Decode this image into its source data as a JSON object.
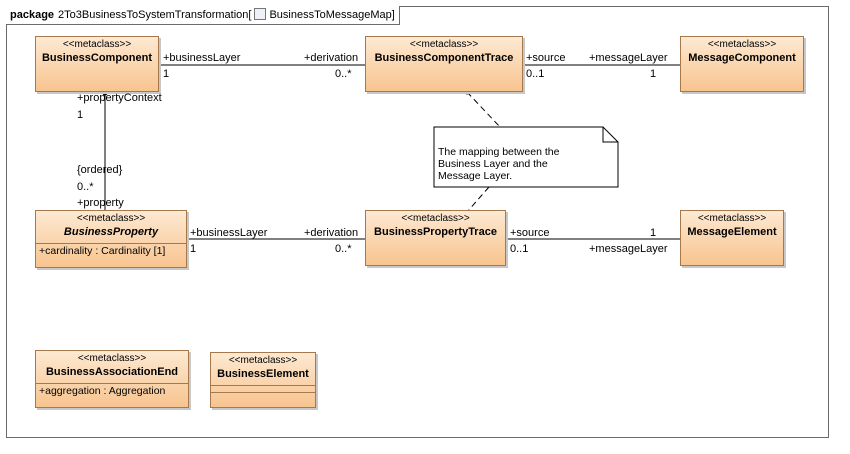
{
  "frame": {
    "keyword": "package",
    "title_prefix": "2To3BusinessToSystemTransformation[",
    "diagram_name": "BusinessToMessageMap",
    "title_suffix": "]"
  },
  "classes": {
    "business_component": {
      "stereotype": "<<metaclass>>",
      "name": "BusinessComponent"
    },
    "business_component_trace": {
      "stereotype": "<<metaclass>>",
      "name": "BusinessComponentTrace"
    },
    "message_component": {
      "stereotype": "<<metaclass>>",
      "name": "MessageComponent"
    },
    "business_property": {
      "stereotype": "<<metaclass>>",
      "name": "BusinessProperty",
      "attribute": "+cardinality : Cardinality [1]"
    },
    "business_property_trace": {
      "stereotype": "<<metaclass>>",
      "name": "BusinessPropertyTrace"
    },
    "message_element": {
      "stereotype": "<<metaclass>>",
      "name": "MessageElement"
    },
    "business_association_end": {
      "stereotype": "<<metaclass>>",
      "name": "BusinessAssociationEnd",
      "attribute": "+aggregation : Aggregation"
    },
    "business_element": {
      "stereotype": "<<metaclass>>",
      "name": "BusinessElement"
    }
  },
  "labels": {
    "bc_business_layer": "+businessLayer",
    "bc_business_layer_mult": "1",
    "bct_derivation": "+derivation",
    "bct_derivation_mult": "0..*",
    "bct_source": "+source",
    "bct_source_mult": "0..1",
    "mc_message_layer": "+messageLayer",
    "mc_message_layer_mult": "1",
    "property_context": "+propertyContext",
    "property_context_mult": "1",
    "ordered": "{ordered}",
    "property_mult": "0..*",
    "property": "+property",
    "bp_business_layer": "+businessLayer",
    "bp_business_layer_mult": "1",
    "bpt_derivation": "+derivation",
    "bpt_derivation_mult": "0..*",
    "bpt_source": "+source",
    "bpt_source_mult": "0..1",
    "me_mult": "1",
    "me_message_layer": "+messageLayer"
  },
  "note": {
    "text_line1": "The mapping between the",
    "text_line2": "Business Layer and the",
    "text_line3": "Message Layer."
  }
}
